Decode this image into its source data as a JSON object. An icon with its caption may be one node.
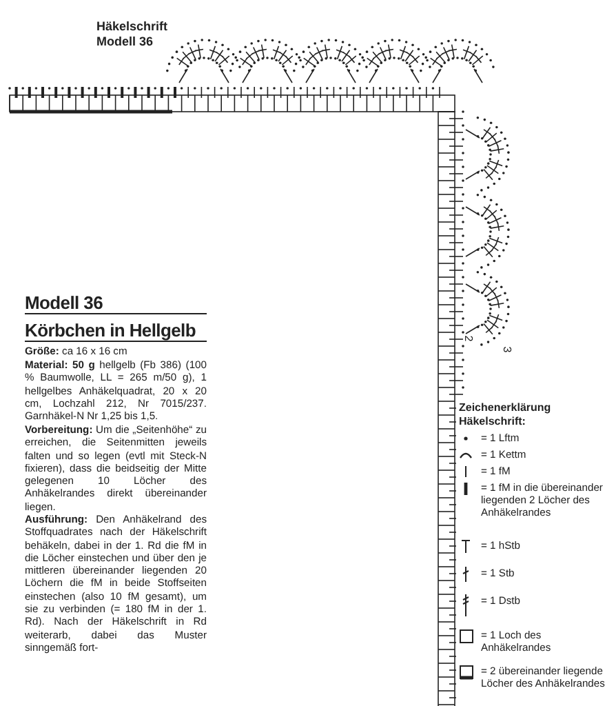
{
  "diagram": {
    "title": "Körbchen in Hellgelb",
    "labels": [
      "Häkelschrift Modell 36",
      "2",
      "3",
      "Modell 36",
      "**Größe:** ca 16 x 16 cm",
      "**Material: 50 g** hellgelb (Fb 386) (100 % Baumwolle, LL = 265 m/50 g), 1 hellgelbes Anhäkelquadrat, 20 x 20 cm, Lochzahl 212, Nr 7015/237. Garnhäkel-N Nr 1,25 bis 1,5.",
      "**Vorbereitung:** Um die „Seitenhöhe“ zu erreichen, die Seitenmitten jeweils falten und so legen (evtl mit Steck-N fixieren), dass die beidseitig der Mitte gelegenen 10 Löcher des Anhäkelrandes direkt übereinander liegen.",
      "**Ausführung:** Den Anhäkelrand des Stoffquadrates nach der Häkelschrift behäkeln, dabei in der 1. Rd die fM in die Löcher einstechen und über den je mittleren übereinander liegenden 20 Löchern die fM in beide Stoffseiten einstechen (also 10 fM gesamt), um sie zu verbinden (= 180 fM in der 1. Rd). Nach der Häkelschrift in Rd weiterarb, dabei das Muster sinngemäß fort-",
      "Zeichenerklärung Häkelschrift:"
    ],
    "legend": [
      {
        "text": "= 1 Lftm"
      },
      {
        "text": "= 1 Kettm"
      },
      {
        "text": "= 1 fM"
      },
      {
        "text": "= 1 fM in die übereinander liegenden 2 Löcher des Anhäkelrandes"
      },
      {
        "text": "= 1 hStb"
      },
      {
        "text": "= 1 Stb"
      },
      {
        "text": "= 1 Dstb"
      },
      {
        "text": "= 1 Loch des Anhäkelrandes"
      },
      {
        "text": "= 2 übereinander liegende Löcher des Anhäkelrandes"
      }
    ]
  }
}
